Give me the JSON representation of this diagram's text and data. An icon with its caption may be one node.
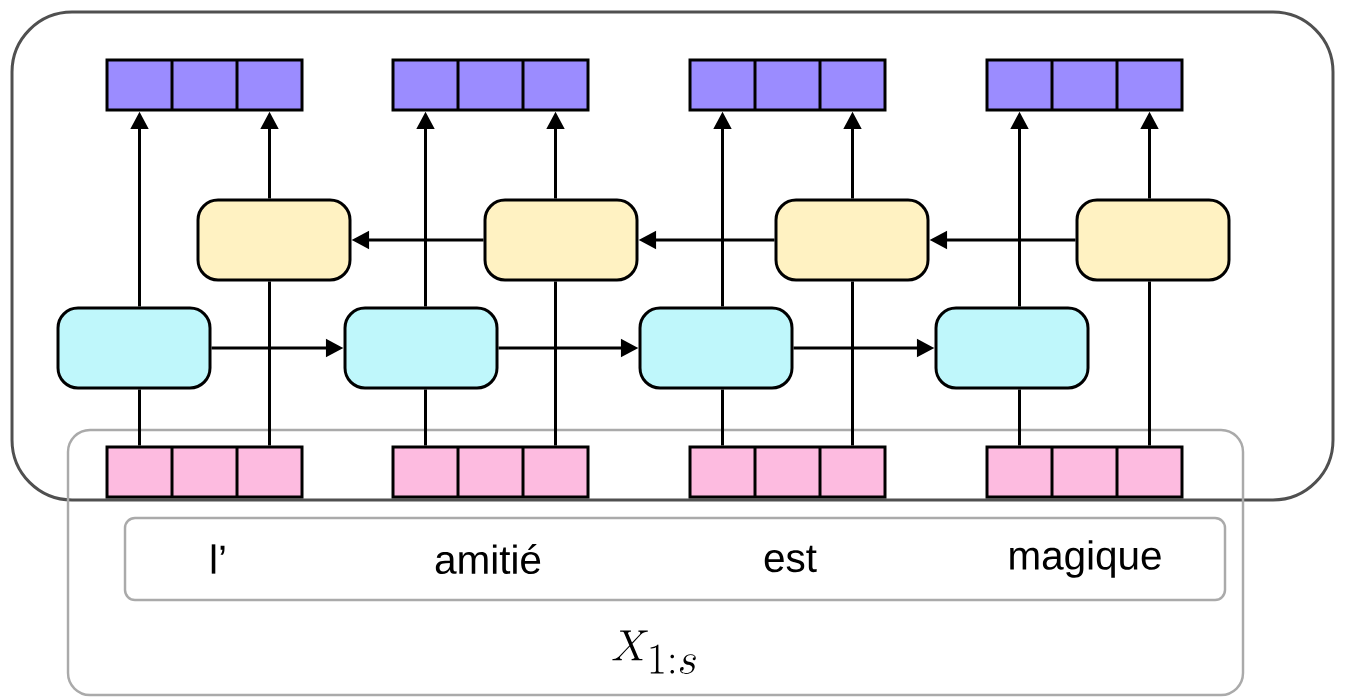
{
  "diagram": {
    "nodes": [
      {
        "text": [],
        "shape": "box"
      },
      {
        "text": [],
        "shape": "box",
        "in": 0
      },
      {
        "text": [],
        "shape": "box",
        "in": 0
      },
      {
        "text": [],
        "shape": "box",
        "in": 0
      },
      {
        "text": [],
        "shape": "box",
        "in": 0
      },
      {
        "text": [],
        "shape": "box",
        "in": 0
      },
      {
        "text": [],
        "shape": "box",
        "in": 0
      },
      {
        "text": [],
        "shape": "box",
        "in": 0
      },
      {
        "text": [],
        "shape": "box",
        "in": 0
      },
      {
        "text": [],
        "shape": "box",
        "in": 0
      },
      {
        "text": [],
        "shape": "box",
        "in": 0
      },
      {
        "text": [],
        "shape": "box",
        "in": 0
      },
      {
        "text": [],
        "shape": "box",
        "in": 0
      },
      {
        "text": [
          "X_{1:s}"
        ]
      },
      {
        "text": [
          "l’",
          "amitié",
          "est",
          "magique"
        ],
        "in": 13
      },
      {
        "text": [],
        "shape": "box"
      },
      {
        "text": [],
        "shape": "box"
      },
      {
        "text": [],
        "shape": "box"
      },
      {
        "text": [],
        "shape": "box"
      }
    ],
    "edges": [
      {
        "from": 15,
        "to": 9,
        "arrow": "none"
      },
      {
        "from": 16,
        "to": 10,
        "arrow": "none"
      },
      {
        "from": 17,
        "to": 11,
        "arrow": "none"
      },
      {
        "from": 18,
        "to": 12,
        "arrow": "none"
      },
      {
        "from": 15,
        "to": 5,
        "arrow": "none"
      },
      {
        "from": 16,
        "to": 6,
        "arrow": "none"
      },
      {
        "from": 17,
        "to": 7,
        "arrow": "none"
      },
      {
        "from": 18,
        "to": 8,
        "arrow": "none"
      },
      {
        "from": 9,
        "to": 1,
        "arrow": "to"
      },
      {
        "from": 10,
        "to": 2,
        "arrow": "to"
      },
      {
        "from": 11,
        "to": 3,
        "arrow": "to"
      },
      {
        "from": 12,
        "to": 4,
        "arrow": "to"
      },
      {
        "from": 5,
        "to": 1,
        "arrow": "to"
      },
      {
        "from": 6,
        "to": 2,
        "arrow": "to"
      },
      {
        "from": 7,
        "to": 3,
        "arrow": "to"
      },
      {
        "from": 8,
        "to": 4,
        "arrow": "to"
      },
      {
        "from": 9,
        "to": 10,
        "arrow": "to"
      },
      {
        "from": 10,
        "to": 11,
        "arrow": "to"
      },
      {
        "from": 11,
        "to": 12,
        "arrow": "to"
      },
      {
        "from": 8,
        "to": 7,
        "arrow": "to"
      },
      {
        "from": 7,
        "to": 6,
        "arrow": "to"
      },
      {
        "from": 6,
        "to": 5,
        "arrow": "to"
      }
    ]
  }
}
